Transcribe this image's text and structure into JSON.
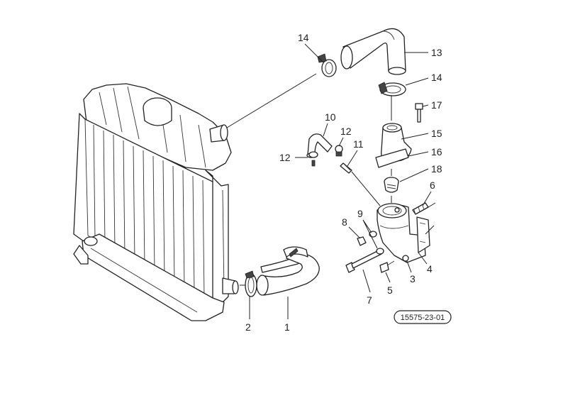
{
  "callouts": [
    {
      "id": "1",
      "text": "1"
    },
    {
      "id": "2",
      "text": "2"
    },
    {
      "id": "3",
      "text": "3"
    },
    {
      "id": "4",
      "text": "4"
    },
    {
      "id": "5",
      "text": "5"
    },
    {
      "id": "6",
      "text": "6"
    },
    {
      "id": "7",
      "text": "7"
    },
    {
      "id": "8",
      "text": "8"
    },
    {
      "id": "9",
      "text": "9"
    },
    {
      "id": "10",
      "text": "10"
    },
    {
      "id": "11",
      "text": "11"
    },
    {
      "id": "12a",
      "text": "12"
    },
    {
      "id": "12b",
      "text": "12"
    },
    {
      "id": "13",
      "text": "13"
    },
    {
      "id": "14a",
      "text": "14"
    },
    {
      "id": "14b",
      "text": "14"
    },
    {
      "id": "15",
      "text": "15"
    },
    {
      "id": "16",
      "text": "16"
    },
    {
      "id": "17",
      "text": "17"
    },
    {
      "id": "18",
      "text": "18"
    }
  ],
  "reference_number": "15575-23-01"
}
